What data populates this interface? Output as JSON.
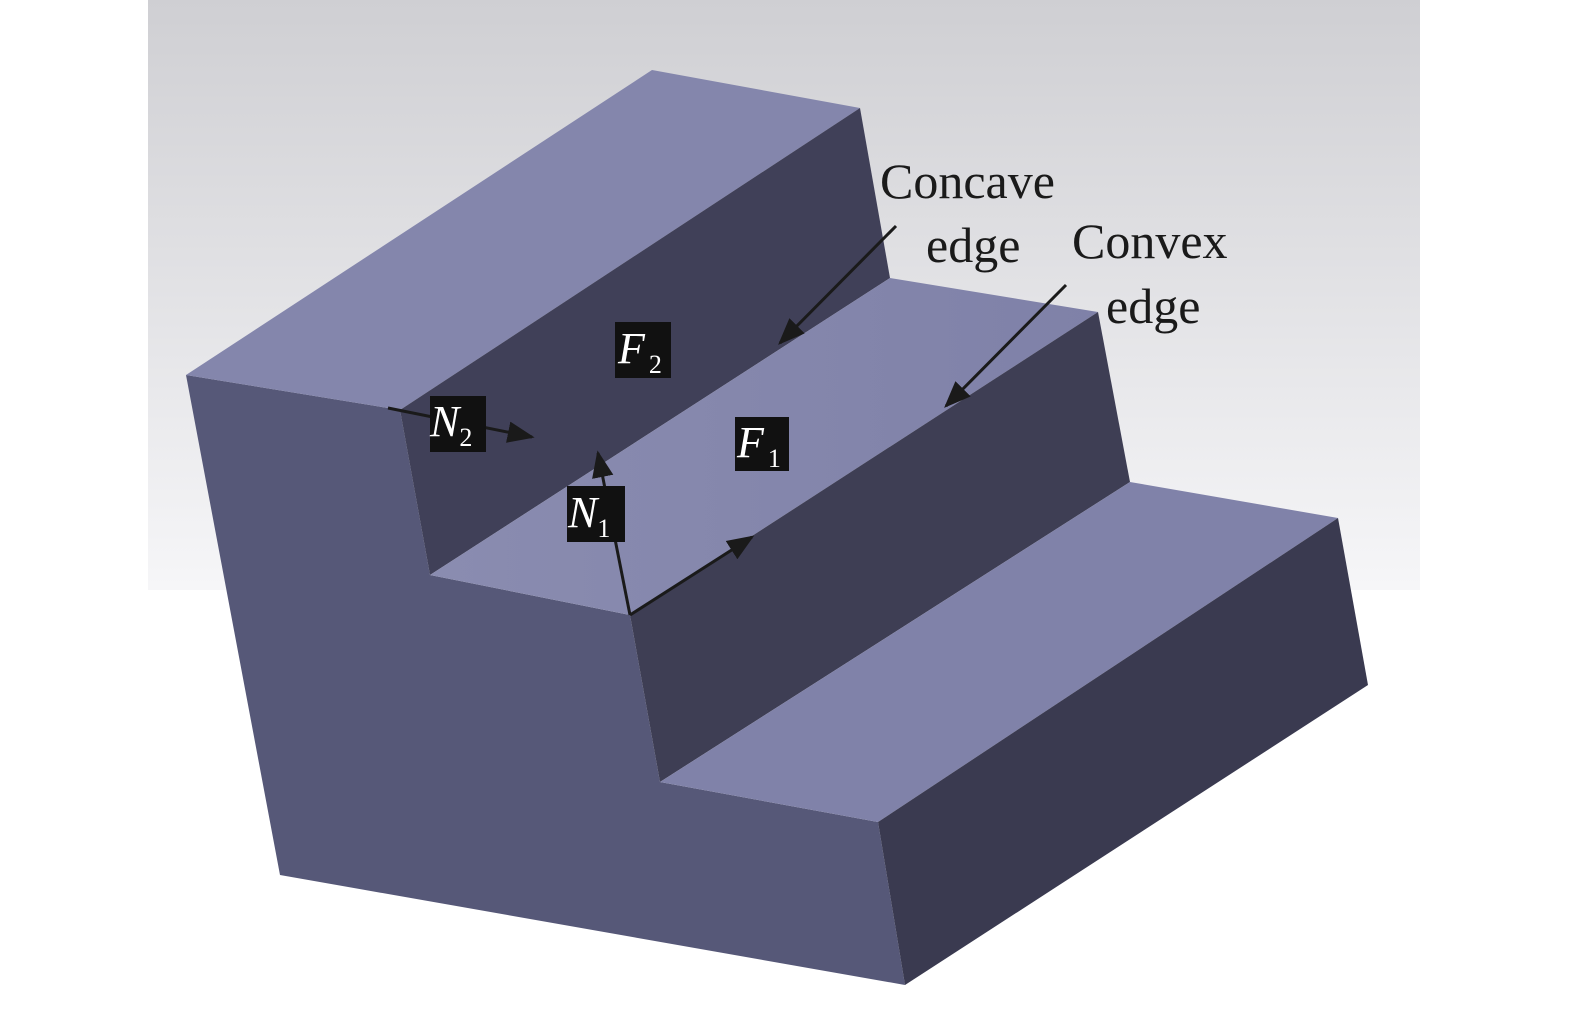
{
  "annotations": {
    "concave": {
      "line1": "Concave",
      "line2": "edge"
    },
    "convex": {
      "line1": "Convex",
      "line2": "edge"
    }
  },
  "face_labels": {
    "f2": {
      "letter": "F",
      "sub": "2"
    },
    "f1": {
      "letter": "F",
      "sub": "1"
    }
  },
  "normal_labels": {
    "n2": {
      "letter": "N",
      "sub": "2"
    },
    "n1": {
      "letter": "N",
      "sub": "1"
    }
  },
  "colors": {
    "background_top": "#cfcfd3",
    "background_bottom": "#f6f6f8",
    "front_face": "#565878",
    "riser_face": "#3c3c52",
    "tread_face": "#8486ac",
    "label_box": "#111111",
    "label_text": "#ffffff",
    "annotation_text": "#1a1a1a",
    "arrow": "#1a1a1a"
  }
}
